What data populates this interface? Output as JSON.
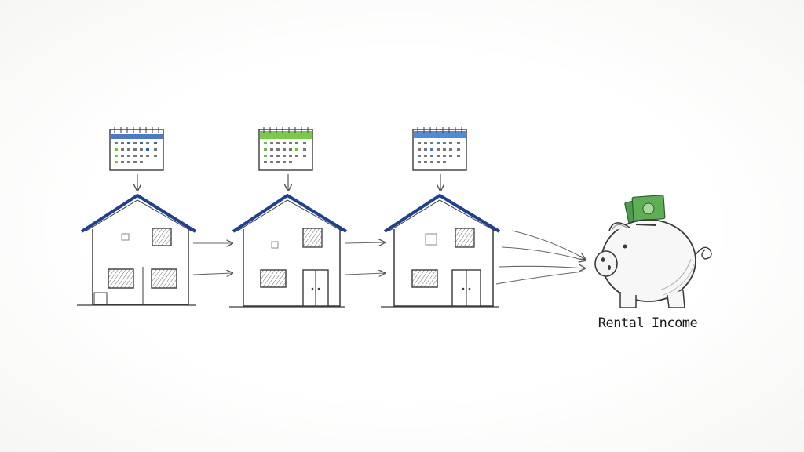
{
  "diagram": {
    "piggy_label": "Rental Income",
    "colors": {
      "ink": "#3a3a3a",
      "roof": "#1f3f8f",
      "calendar_1_accent": "#2f63b8",
      "calendar_2_accent": "#6cc33a",
      "calendar_3_accent": "#3d7fd0",
      "money": "#3f9a4a"
    },
    "houses": [
      {
        "name": "house-1",
        "calendar_accent": "calendar_1_accent"
      },
      {
        "name": "house-2",
        "calendar_accent": "calendar_2_accent"
      },
      {
        "name": "house-3",
        "calendar_accent": "calendar_3_accent"
      }
    ],
    "icons": [
      "calendar-icon",
      "house-icon",
      "arrow-icon",
      "piggy-bank-icon",
      "money-icon"
    ]
  }
}
